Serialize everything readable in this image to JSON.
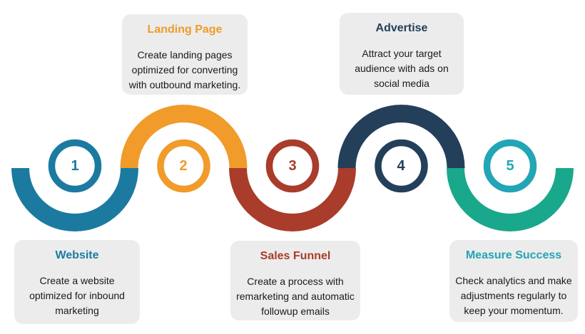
{
  "diagram": {
    "type": "process-wave-timeline",
    "background_color": "#ffffff",
    "card_background_color": "#ececec",
    "body_text_color": "#1a1a1a",
    "steps": [
      {
        "number": "1",
        "label": "Website",
        "description": "Create a website optimized for inbound marketing",
        "arc_color": "#1c7aa1",
        "ring_color": "#1c7aa1",
        "label_color": "#1b7ba3",
        "card_position": "bottom"
      },
      {
        "number": "2",
        "label": "Landing Page",
        "description": "Create landing pages optimized for converting with outbound marketing.",
        "arc_color": "#f09b2a",
        "ring_color": "#f09b2a",
        "label_color": "#f09b2a",
        "card_position": "top"
      },
      {
        "number": "3",
        "label": "Sales Funnel",
        "description": "Create a process with remarketing and automatic followup emails",
        "arc_color": "#a93c2b",
        "ring_color": "#a93c2b",
        "label_color": "#a93c2b",
        "card_position": "bottom"
      },
      {
        "number": "4",
        "label": "Advertise",
        "description": "Attract your target audience with ads on social media",
        "arc_color": "#233f5a",
        "ring_color": "#233f5a",
        "label_color": "#233f5a",
        "card_position": "top"
      },
      {
        "number": "5",
        "label": "Measure Success",
        "description": "Check analytics and make adjustments regularly to keep your momentum.",
        "arc_color": "#19a88c",
        "ring_color": "#22a5b4",
        "label_color": "#22a5b4",
        "card_position": "bottom"
      }
    ]
  }
}
